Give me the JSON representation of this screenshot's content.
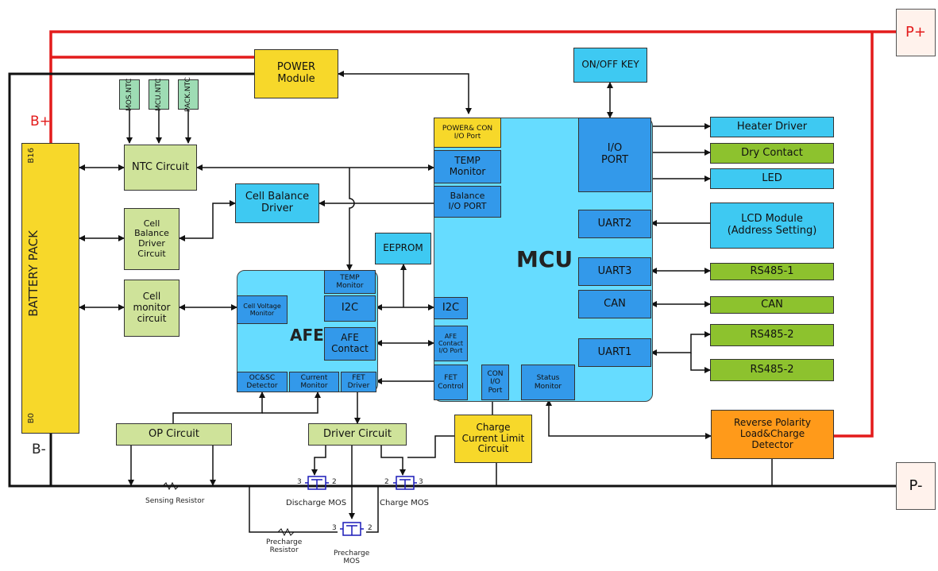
{
  "terminals": {
    "b_plus": "B+",
    "b_minus": "B-",
    "p_plus": "P+",
    "p_minus": "P-"
  },
  "battery": {
    "label": "BATTERY PACK",
    "top_cell": "B16",
    "bottom_cell": "B0"
  },
  "blocks": {
    "power_module": "POWER\nModule",
    "on_off_key": "ON/OFF  KEY",
    "ntc_mos": "MOS.NTC",
    "ntc_mcu": "MCU.NTC",
    "ntc_pack": "PACK.NTC",
    "ntc_circuit": "NTC Circuit",
    "cell_balance_driver": "Cell Balance\nDriver",
    "cell_balance_driver_circuit": "Cell\nBalance\nDriver\nCircuit",
    "cell_monitor_circuit": "Cell\nmonitor\ncircuit",
    "eeprom": "EEPROM",
    "op_circuit": "OP Circuit",
    "driver_circuit": "Driver Circuit",
    "charge_current_limit": "Charge\nCurrent Limit\nCircuit",
    "reverse_polarity": "Reverse Polarity\nLoad&Charge\nDetector"
  },
  "mcu": {
    "title": "MCU",
    "power_con_port": "POWER& CON\nI/O Port",
    "temp_monitor": "TEMP\nMonitor",
    "balance_port": "Balance\nI/O PORT",
    "i2c": "I2C",
    "afe_contact_port": "AFE\nContact\nI/O Port",
    "fet_control": "FET\nControl",
    "con_io_port": "CON\nI/O\nPort",
    "status_monitor": "Status\nMonitor",
    "io_port": "I/O\nPORT",
    "uart2": "UART2",
    "uart3": "UART3",
    "can": "CAN",
    "uart1": "UART1"
  },
  "afe": {
    "title": "AFE",
    "temp_monitor": "TEMP\nMonitor",
    "cell_voltage_monitor": "Cell Voltage\nMonitor",
    "i2c": "I2C",
    "afe_contact": "AFE\nContact",
    "ocsc_detector": "OC&SC\nDetector",
    "current_monitor": "Current\nMonitor",
    "fet_driver": "FET\nDriver"
  },
  "peripherals": {
    "heater_driver": "Heater Driver",
    "dry_contact": "Dry Contact",
    "led": "LED",
    "lcd_module": "LCD Module\n(Address Setting)",
    "rs485_1": "RS485-1",
    "can": "CAN",
    "rs485_2a": "RS485-2",
    "rs485_2b": "RS485-2"
  },
  "labels": {
    "sensing_resistor": "Sensing Resistor",
    "discharge_mos": "Discharge MOS",
    "charge_mos": "Charge MOS",
    "precharge_resistor": "Precharge\nResistor",
    "precharge_mos": "Precharge\nMOS",
    "pin2a": "2",
    "pin3a": "3",
    "pin2b": "2",
    "pin3b": "3",
    "pin2c": "2",
    "pin3c": "3"
  }
}
